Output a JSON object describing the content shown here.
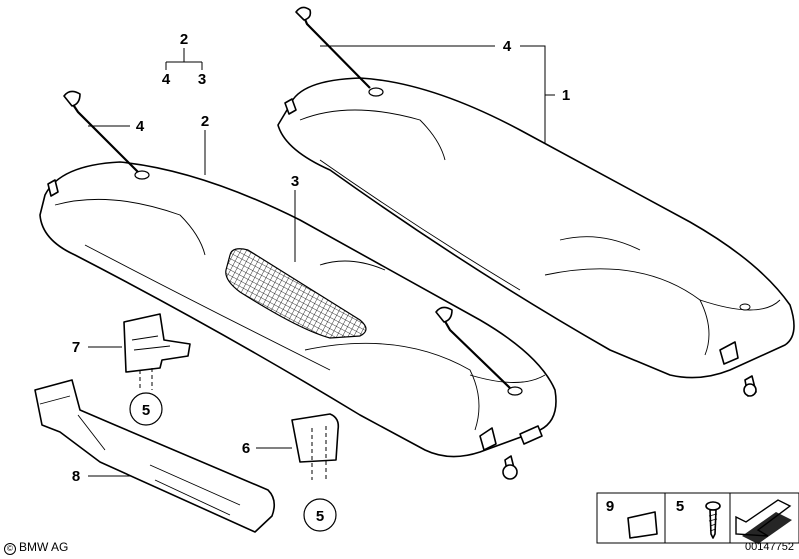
{
  "diagram": {
    "labels": {
      "tree_root": "2",
      "tree_left": "4",
      "tree_right": "3",
      "cable_right": "4",
      "seat_right": "1",
      "cable_left": "4",
      "seat_left": "2",
      "mesh": "3",
      "bracket": "7",
      "bracket_screw": "5",
      "cap": "6",
      "cap_screw": "5",
      "tool_bag": "8",
      "legend_sheet": "9",
      "legend_screw": "5"
    }
  },
  "footer": {
    "copyright": "BMW AG",
    "doc_id": "00147752"
  }
}
